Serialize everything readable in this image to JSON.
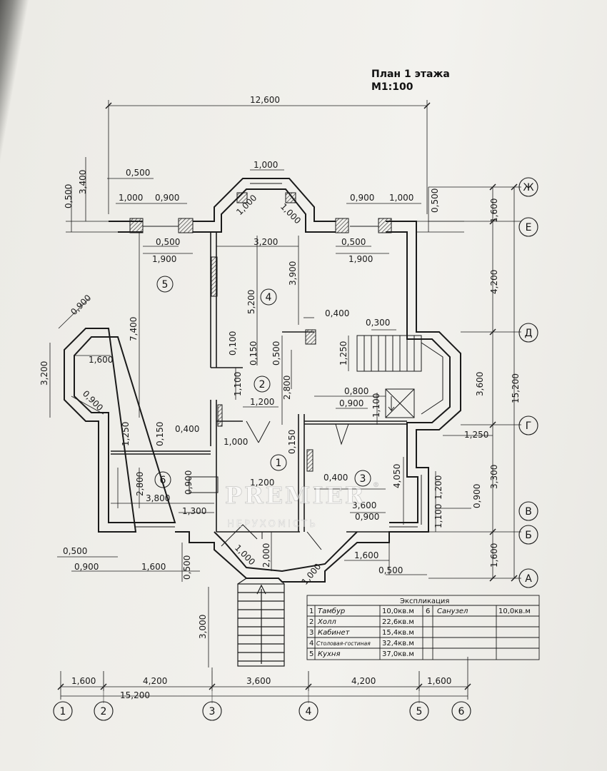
{
  "title": {
    "line1": "План 1 этажа",
    "line2": "М1:100"
  },
  "dimensions": {
    "top_overall": "12,600",
    "top_bay": "1,000",
    "bay_left_diag": "1,000",
    "bay_right_diag": "1,000",
    "top_left_05": "0,500",
    "top_left_34": "3,400",
    "top_left_small_05": "0,500",
    "top_left_1000": "1,000",
    "top_left_0900": "0,900",
    "top_right_0900": "0,900",
    "top_right_1000": "1,000",
    "top_right_05": "0,500",
    "win_left_05": "0,500",
    "win_left_19": "1,900",
    "win_right_05": "0,500",
    "win_right_19": "1,900",
    "kitchen_3200": "3,200",
    "dining_3900": "3,900",
    "dining_5200": "5,200",
    "kitchen_7400": "7,400",
    "left_bay_0900a": "0,900",
    "left_bay_1600": "1,600",
    "left_bay_3200": "3,200",
    "left_bay_0900b": "0,900",
    "wall_0100": "0,100",
    "wall_0150a": "0,150",
    "wall_0500": "0,500",
    "dim_2800a": "2,800",
    "dim_0400a": "0,400",
    "dim_0300": "0,300",
    "dim_1250a": "1,250",
    "dim_1100a": "1,100",
    "dim_1200a": "1,200",
    "dim_0800": "0,800",
    "dim_0900a": "0,900",
    "dim_1100b": "1,100",
    "dim_1250b": "1,250",
    "dim_0150b": "0,150",
    "dim_0400b": "0,400",
    "dim_1000c": "1,000",
    "dim_0150c": "0,150",
    "dim_2800b": "2,800",
    "dim_0900b": "0,900",
    "dim_1200b": "1,200",
    "dim_3800": "3,800",
    "dim_1300": "1,300",
    "dim_0400c": "0,400",
    "dim_3600a": "3,600",
    "dim_0900c": "0,900",
    "dim_4050": "4,050",
    "dim_1200c": "1,200",
    "dim_1100c": "1,100",
    "dim_2000": "2,000",
    "dim_1000d": "1,000",
    "dim_1000e": "1,000",
    "dim_0500b": "0,500",
    "dim_0900d": "0,900",
    "dim_1600b": "1,600",
    "dim_0500c": "0,500",
    "dim_1600c": "1,600",
    "dim_0500d": "0,500",
    "dim_3000": "3,000",
    "right_1600a": "1,600",
    "right_4200": "4,200",
    "right_3600": "3,600",
    "right_3300": "3,300",
    "right_0900": "0,900",
    "right_1600b": "1,600",
    "right_15200": "15,200",
    "bottom_1600a": "1,600",
    "bottom_4200a": "4,200",
    "bottom_3600": "3,600",
    "bottom_4200b": "4,200",
    "bottom_1600b": "1,600",
    "bottom_15200": "15,200"
  },
  "axes_rows": [
    "Ж",
    "Е",
    "Д",
    "Г",
    "В",
    "Б",
    "А"
  ],
  "axes_cols": [
    "1",
    "2",
    "3",
    "4",
    "5",
    "6"
  ],
  "rooms": [
    "1",
    "2",
    "3",
    "4",
    "5",
    "6"
  ],
  "legend": {
    "header": "Экспликация",
    "rows": [
      {
        "n": "1",
        "name": "Тамбур",
        "area": "10,0кв.м"
      },
      {
        "n": "2",
        "name": "Холл",
        "area": "22,6кв.м"
      },
      {
        "n": "3",
        "name": "Кабинет",
        "area": "15,4кв.м"
      },
      {
        "n": "4",
        "name": "Столовая-гостиная",
        "area": "32,4кв.м"
      },
      {
        "n": "5",
        "name": "Кухня",
        "area": "37,0кв.м"
      }
    ],
    "extra": {
      "n": "6",
      "name": "Санузел",
      "area": "10,0кв.м"
    }
  },
  "watermark": {
    "brand": "PREMIER",
    "sub": "НЕРУХОМІСТЬ",
    "reg": "®"
  },
  "colors": {
    "ink": "#1a1a1a",
    "paper": "#f3f2ee"
  }
}
